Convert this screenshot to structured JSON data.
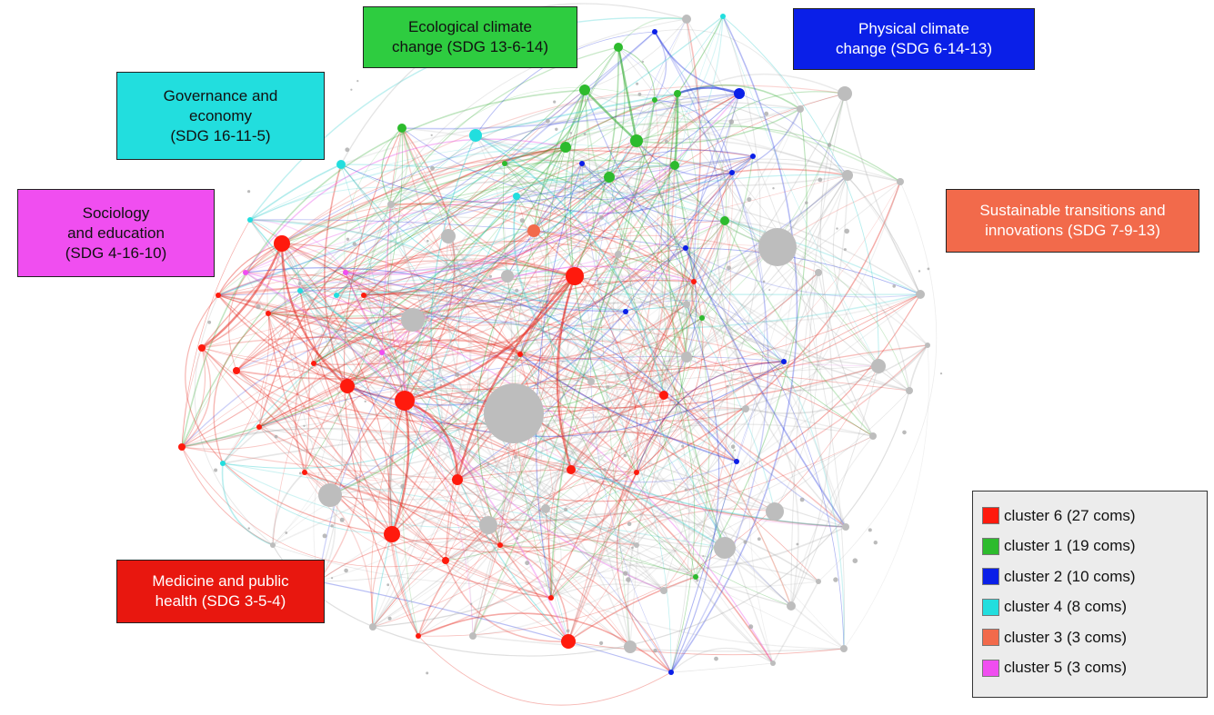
{
  "diagram": {
    "labels": [
      {
        "id": "ecological",
        "text": "Ecological climate\nchange (SDG 13-6-14)",
        "bg": "#2ecc40",
        "fg": "#111111"
      },
      {
        "id": "physical",
        "text": "Physical climate\nchange (SDG 6-14-13)",
        "bg": "#0a1fe8",
        "fg": "#ffffff"
      },
      {
        "id": "governance",
        "text": "Governance and\neconomy\n(SDG 16-11-5)",
        "bg": "#22dede",
        "fg": "#111111"
      },
      {
        "id": "sociology",
        "text": "Sociology\nand education\n(SDG 4-16-10)",
        "bg": "#f04ef0",
        "fg": "#111111"
      },
      {
        "id": "sustainable",
        "text": "Sustainable transitions and\ninnovations (SDG 7-9-13)",
        "bg": "#f26a4b",
        "fg": "#ffffff"
      },
      {
        "id": "medicine",
        "text": "Medicine and public\nhealth (SDG 3-5-4)",
        "bg": "#e8170f",
        "fg": "#ffffff"
      }
    ],
    "legend": [
      {
        "label": "cluster 6 (27 coms)",
        "color": "#ff1a0d"
      },
      {
        "label": "cluster 1 (19 coms)",
        "color": "#2dbb2d"
      },
      {
        "label": "cluster 2 (10 coms)",
        "color": "#0a1fe8"
      },
      {
        "label": "cluster 4 (8 coms)",
        "color": "#22dede"
      },
      {
        "label": "cluster 3 (3 coms)",
        "color": "#f26a4b"
      },
      {
        "label": "cluster 5 (3 coms)",
        "color": "#f04ef0"
      }
    ],
    "colors": {
      "cluster6": "#ff1a0d",
      "cluster1": "#2dbb2d",
      "cluster2": "#0a1fe8",
      "cluster4": "#22dede",
      "cluster3": "#f26a4b",
      "cluster5": "#f04ef0",
      "other": "#bdbdbd"
    }
  }
}
